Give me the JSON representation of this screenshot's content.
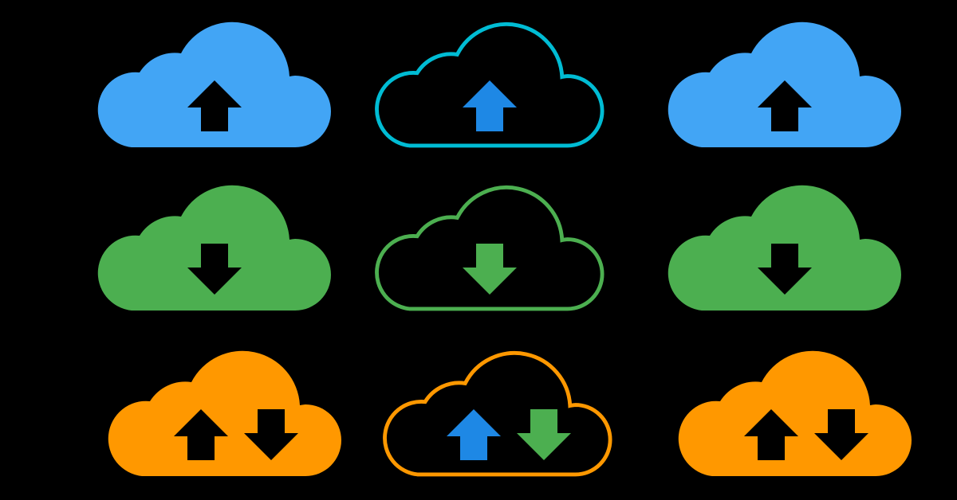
{
  "background_color": "#000000",
  "colors": {
    "blue_fill": "#42A5F5",
    "blue_outline": "#00BCD4",
    "blue_arrow": "#1E88E5",
    "green": "#4CAF50",
    "orange": "#FF9800",
    "arrow_on_fill": "#000000"
  },
  "icons": [
    {
      "name": "cloud-upload-filled-blue-icon",
      "style": "filled",
      "cloud_color": "#42A5F5",
      "arrows": [
        "up"
      ],
      "arrow_colors": [
        "#000000"
      ]
    },
    {
      "name": "cloud-upload-outline-blue-icon",
      "style": "outline",
      "cloud_color": "#00BCD4",
      "arrows": [
        "up"
      ],
      "arrow_colors": [
        "#1E88E5"
      ]
    },
    {
      "name": "cloud-upload-filled-blue-icon",
      "style": "filled",
      "cloud_color": "#42A5F5",
      "arrows": [
        "up"
      ],
      "arrow_colors": [
        "#000000"
      ]
    },
    {
      "name": "cloud-download-filled-green-icon",
      "style": "filled",
      "cloud_color": "#4CAF50",
      "arrows": [
        "down"
      ],
      "arrow_colors": [
        "#000000"
      ]
    },
    {
      "name": "cloud-download-outline-green-icon",
      "style": "outline",
      "cloud_color": "#4CAF50",
      "arrows": [
        "down"
      ],
      "arrow_colors": [
        "#4CAF50"
      ]
    },
    {
      "name": "cloud-download-filled-green-icon",
      "style": "filled",
      "cloud_color": "#4CAF50",
      "arrows": [
        "down"
      ],
      "arrow_colors": [
        "#000000"
      ]
    },
    {
      "name": "cloud-sync-filled-orange-icon",
      "style": "filled",
      "cloud_color": "#FF9800",
      "arrows": [
        "up",
        "down"
      ],
      "arrow_colors": [
        "#000000",
        "#000000"
      ]
    },
    {
      "name": "cloud-sync-outline-orange-icon",
      "style": "outline",
      "cloud_color": "#FF9800",
      "arrows": [
        "up",
        "down"
      ],
      "arrow_colors": [
        "#1E88E5",
        "#4CAF50"
      ]
    },
    {
      "name": "cloud-sync-filled-orange-icon",
      "style": "filled",
      "cloud_color": "#FF9800",
      "arrows": [
        "up",
        "down"
      ],
      "arrow_colors": [
        "#000000",
        "#000000"
      ]
    }
  ]
}
